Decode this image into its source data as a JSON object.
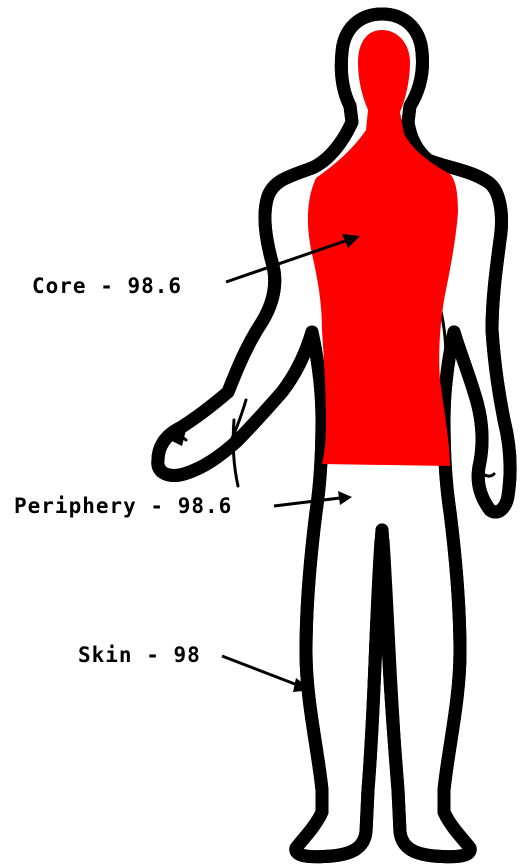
{
  "colors": {
    "core": "#ff0000",
    "outline": "#000000",
    "background": "#ffffff"
  },
  "labels": {
    "core": "Core - 98.6",
    "periphery": "Periphery - 98.6",
    "skin": "Skin - 98"
  }
}
